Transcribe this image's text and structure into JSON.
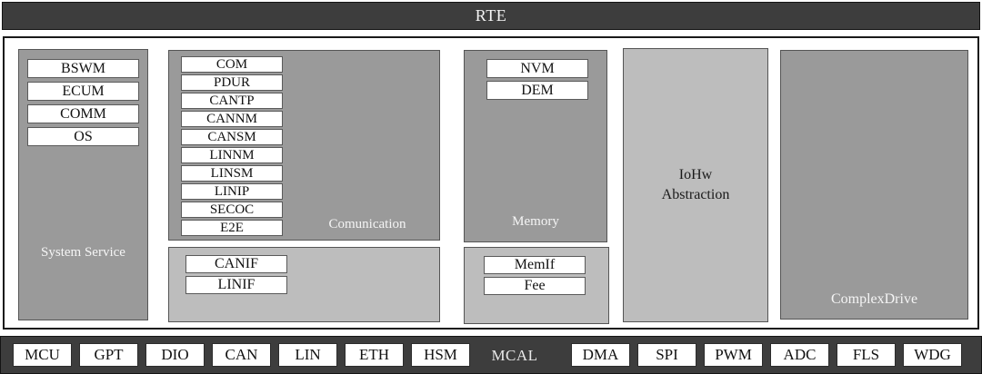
{
  "colors": {
    "bar_bg": "#3d3d3d",
    "block_dark": "#9a9a9a",
    "block_light": "#bdbdbd",
    "box_bg": "#ffffff"
  },
  "rte_bar": {
    "label": "RTE"
  },
  "layers": {
    "system_service": {
      "label": "System Service",
      "modules": [
        "BSWM",
        "ECUM",
        "COMM",
        "OS"
      ]
    },
    "communication": {
      "label": "Comunication",
      "modules": [
        "COM",
        "PDUR",
        "CANTP",
        "CANNM",
        "CANSM",
        "LINNM",
        "LINSM",
        "LINIP",
        "SECOC",
        "E2E"
      ]
    },
    "communication_interface": {
      "modules": [
        "CANIF",
        "LINIF"
      ]
    },
    "memory": {
      "label": "Memory",
      "modules": [
        "NVM",
        "DEM"
      ]
    },
    "memory_interface": {
      "modules": [
        "MemIf",
        "Fee"
      ]
    },
    "iohw_abstraction": {
      "label_line1": "IoHw",
      "label_line2": "Abstraction"
    },
    "complex_drive": {
      "label": "ComplexDrive"
    }
  },
  "mcal_bar": {
    "label": "MCAL",
    "modules_left": [
      "MCU",
      "GPT",
      "DIO",
      "CAN",
      "LIN",
      "ETH",
      "HSM"
    ],
    "modules_right": [
      "DMA",
      "SPI",
      "PWM",
      "ADC",
      "FLS",
      "WDG"
    ]
  }
}
